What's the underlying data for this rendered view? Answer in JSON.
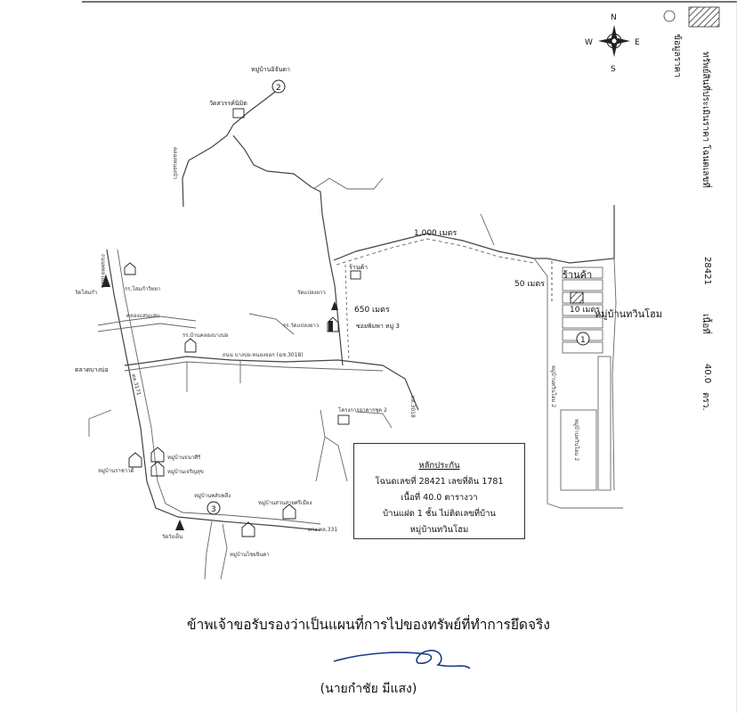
{
  "compass": {
    "n": "N",
    "s": "S",
    "e": "E",
    "w": "W"
  },
  "side_labels": {
    "title": "ทรัพย์สินที่ประเมินราคา โฉนดเลขที่",
    "deed_no": "28421",
    "area_label": "เนื้อที่",
    "area_value": "40.0",
    "area_unit": "ตรว.",
    "hatch_legend": "ข้อมูลราคา"
  },
  "map_labels": {
    "village_2": "หมู่บ้านอิจันดา",
    "temple_top": "วัดสวรรค์นิมิต",
    "canal_vertical": "คลองหนองบัว",
    "dist_1000": "1,000 เมตร",
    "shop_1": "ร้านค้า",
    "dist_650": "650 เมตร",
    "soi": "ซอยพิมพา หมู่ 3",
    "temple_mid": "วัดแปลงยาว",
    "school_mid": "รร.วัดแปลงยาว",
    "temple_left": "วัดโสมกำ",
    "school_left": "รร.โสมกำวิทยา",
    "main_road_left": "ถนนพหลโยธิน",
    "canal_left": "คลองแสนแสบ",
    "school_market": "รร.บ้านคลองบางบ่อ",
    "market": "ตลาดบางบ่อ",
    "road_3018": "ถนน บางบ่อ-หนองจอก (ฉช.3018)",
    "road_3018_short": "ทล.3018",
    "hwy": "ทล.3171",
    "project_2": "โครงการอาคารชุด 2",
    "village_lsi": "หมู่บ้านธนาศิริ",
    "village_jaroen": "หมู่บ้านเจริญสุข",
    "village_rachawadee": "หมู่บ้านราชาวดี",
    "village_phonphan": "หมู่บ้านพลับพลึง",
    "village_3": "หมู่บ้านสวนสายศรีเมือง",
    "temple_bottom": "วัดวังเย็น",
    "village_bottom": "หมู่บ้านไชยจินดา",
    "road_331": "ทาง ทล.331",
    "dist_50": "50 เมตร",
    "shop_2": "ร้านค้า",
    "dist_10": "10 เมตร",
    "village_winhom": "หมู่บ้านทวินโฮม",
    "village_winhom_road": "หมู่บ้านทวินโฮม 2",
    "village_winhom_block": "หมู่บ้านทวินโฮม 2",
    "marker_1": "1",
    "marker_2": "2",
    "marker_3": "3"
  },
  "legend": {
    "title": "หลักประกัน",
    "line1": "โฉนดเลขที่ 28421 เลขที่ดิน 1781",
    "line2": "เนื้อที่ 40.0 ตารางวา",
    "line3": "บ้านแฝด 1 ชั้น ไม่ติดเลขที่บ้าน",
    "line4": "หมู่บ้านทวินโฮม"
  },
  "certification": "ข้าพเจ้าขอรับรองว่าเป็นแผนที่การไปของทรัพย์ที่ทำการยึดจริง",
  "signer": "(นายกำชัย มีแสง)"
}
